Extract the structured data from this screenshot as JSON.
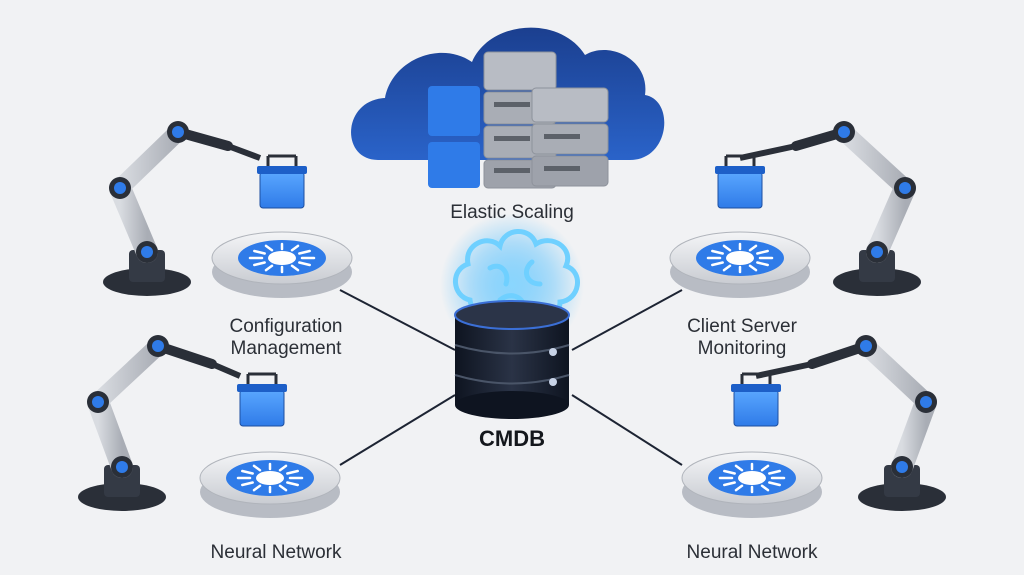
{
  "diagram": {
    "center": {
      "label": "CMDB"
    },
    "cloud": {
      "label": "Elastic Scaling"
    },
    "nodes": [
      {
        "id": "top-left",
        "label_lines": [
          "Configuration",
          "Management"
        ]
      },
      {
        "id": "top-right",
        "label_lines": [
          "Client Server",
          "Monitoring"
        ]
      },
      {
        "id": "bottom-left",
        "label_lines": [
          "Neural Network"
        ]
      },
      {
        "id": "bottom-right",
        "label_lines": [
          "Neural Network"
        ]
      }
    ]
  },
  "colors": {
    "background": "#f1f2f4",
    "accent_blue": "#2f7be8",
    "dark_navy": "#16284f",
    "cloud_blue": "#1f4aa8",
    "glow_blue": "#38b6ff",
    "server_gray": "#b8bcc4",
    "arm_gray": "#c9ccd2",
    "connector": "#1d2433"
  },
  "icons": {
    "center": "brain-database-icon",
    "cloud": "cloud-servers-icon",
    "robot": "robotic-arm-icon",
    "platform": "sensor-platform-icon",
    "box": "crate-icon"
  }
}
